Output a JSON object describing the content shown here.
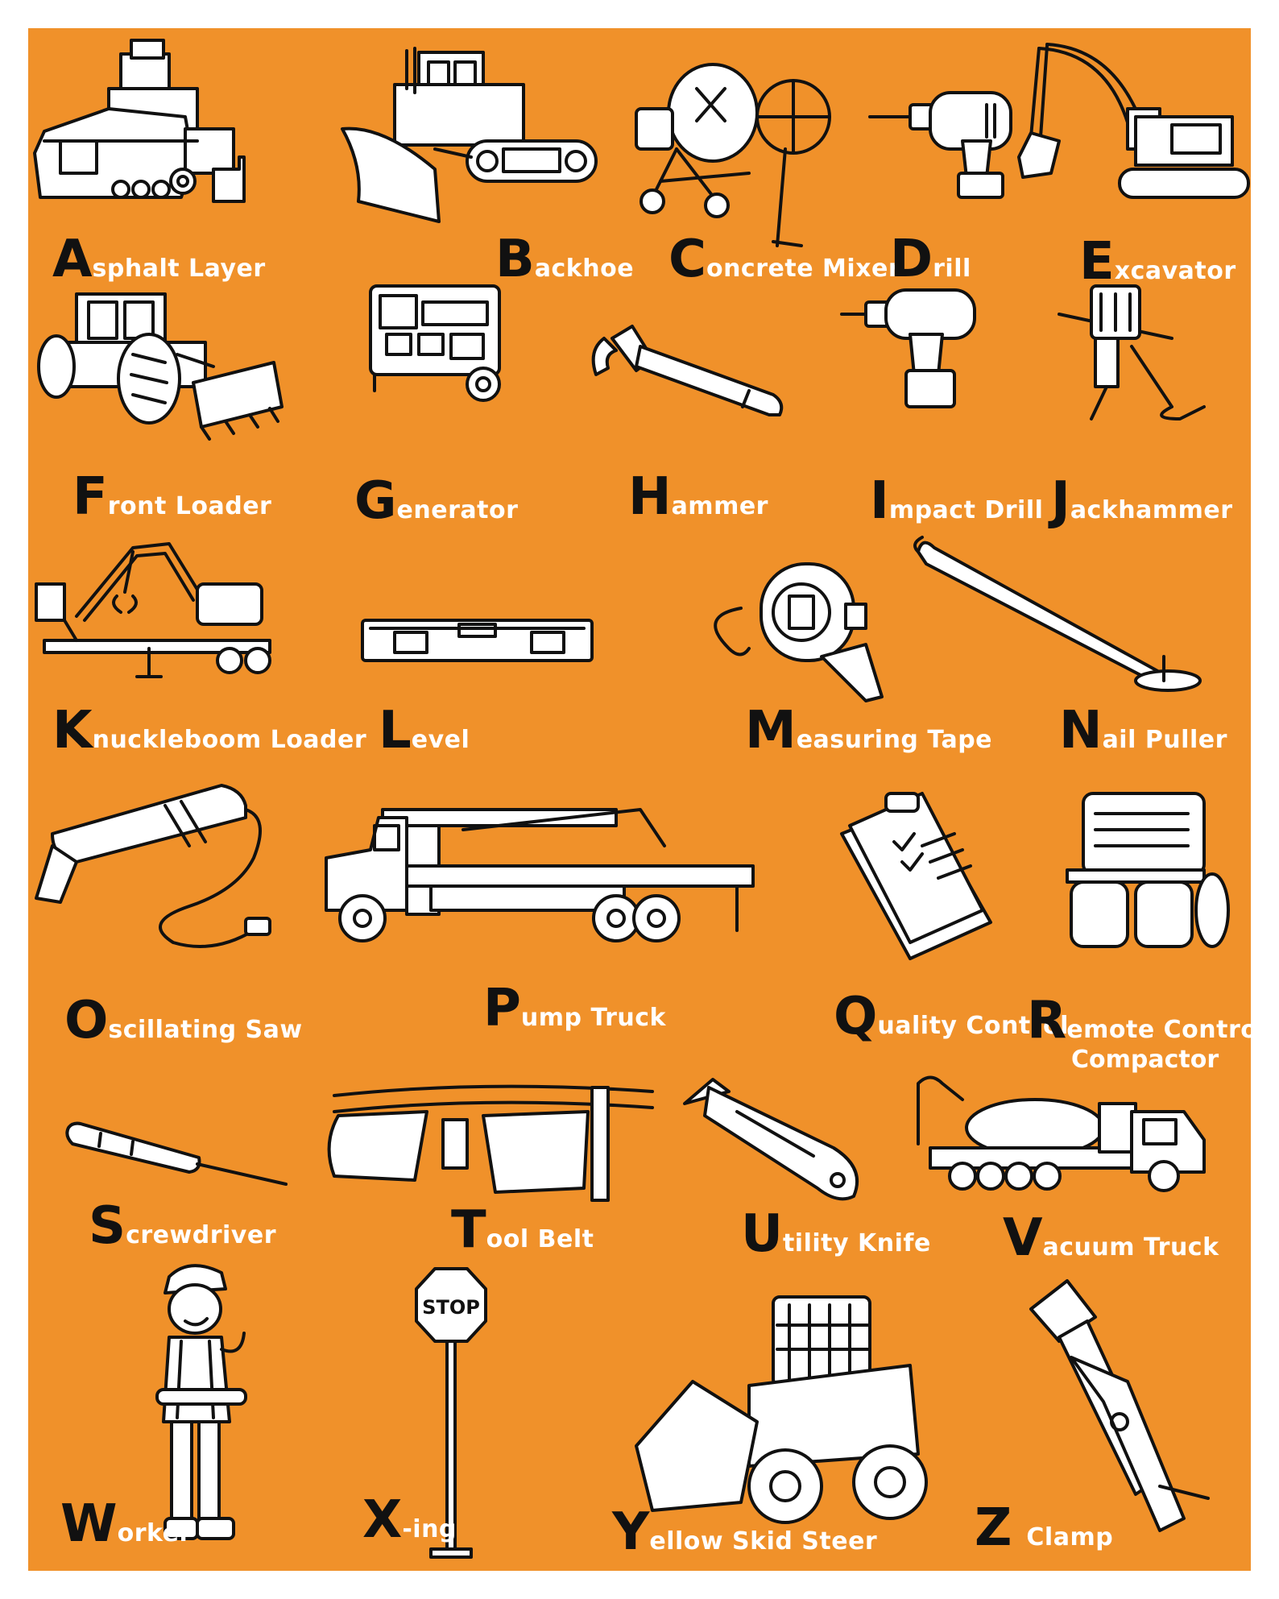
{
  "colors": {
    "background": "#F0912A",
    "letter": "#111111",
    "word": "#FFFFFF",
    "line": "#111111"
  },
  "items": [
    {
      "letter": "A",
      "word": "sphalt Layer",
      "icon": "asphalt-layer-icon"
    },
    {
      "letter": "B",
      "word": "ackhoe",
      "icon": "bulldozer-icon"
    },
    {
      "letter": "C",
      "word": "oncrete Mixer",
      "icon": "concrete-mixer-icon"
    },
    {
      "letter": "D",
      "word": "rill",
      "icon": "drill-icon"
    },
    {
      "letter": "E",
      "word": "xcavator",
      "icon": "excavator-icon"
    },
    {
      "letter": "F",
      "word": "ront Loader",
      "icon": "front-loader-icon"
    },
    {
      "letter": "G",
      "word": "enerator",
      "icon": "generator-icon"
    },
    {
      "letter": "H",
      "word": "ammer",
      "icon": "hammer-icon"
    },
    {
      "letter": "I",
      "word": "mpact Drill",
      "icon": "impact-drill-icon"
    },
    {
      "letter": "J",
      "word": "ackhammer",
      "icon": "jackhammer-icon"
    },
    {
      "letter": "K",
      "word": "nuckleboom Loader",
      "icon": "knuckleboom-loader-icon"
    },
    {
      "letter": "L",
      "word": "evel",
      "icon": "level-icon"
    },
    {
      "letter": "M",
      "word": "easuring Tape",
      "icon": "measuring-tape-icon"
    },
    {
      "letter": "N",
      "word": "ail Puller",
      "icon": "nail-puller-icon"
    },
    {
      "letter": "O",
      "word": "scillating Saw",
      "icon": "oscillating-saw-icon"
    },
    {
      "letter": "P",
      "word": "ump Truck",
      "icon": "pump-truck-icon"
    },
    {
      "letter": "Q",
      "word": "uality Control",
      "icon": "clipboard-icon"
    },
    {
      "letter": "R",
      "word": "emote Control",
      "word2": "Compactor",
      "icon": "compactor-icon"
    },
    {
      "letter": "S",
      "word": "crewdriver",
      "icon": "screwdriver-icon"
    },
    {
      "letter": "T",
      "word": "ool Belt",
      "icon": "tool-belt-icon"
    },
    {
      "letter": "U",
      "word": "tility Knife",
      "icon": "utility-knife-icon"
    },
    {
      "letter": "V",
      "word": "acuum Truck",
      "icon": "vacuum-truck-icon"
    },
    {
      "letter": "W",
      "word": "orker",
      "icon": "worker-icon"
    },
    {
      "letter": "X",
      "word": "-ing",
      "icon": "stop-sign-icon"
    },
    {
      "letter": "Y",
      "word": "ellow Skid Steer",
      "icon": "skid-steer-icon"
    },
    {
      "letter": "Z",
      "word": "Clamp",
      "icon": "clamp-icon"
    }
  ],
  "stop_sign_text": "STOP"
}
